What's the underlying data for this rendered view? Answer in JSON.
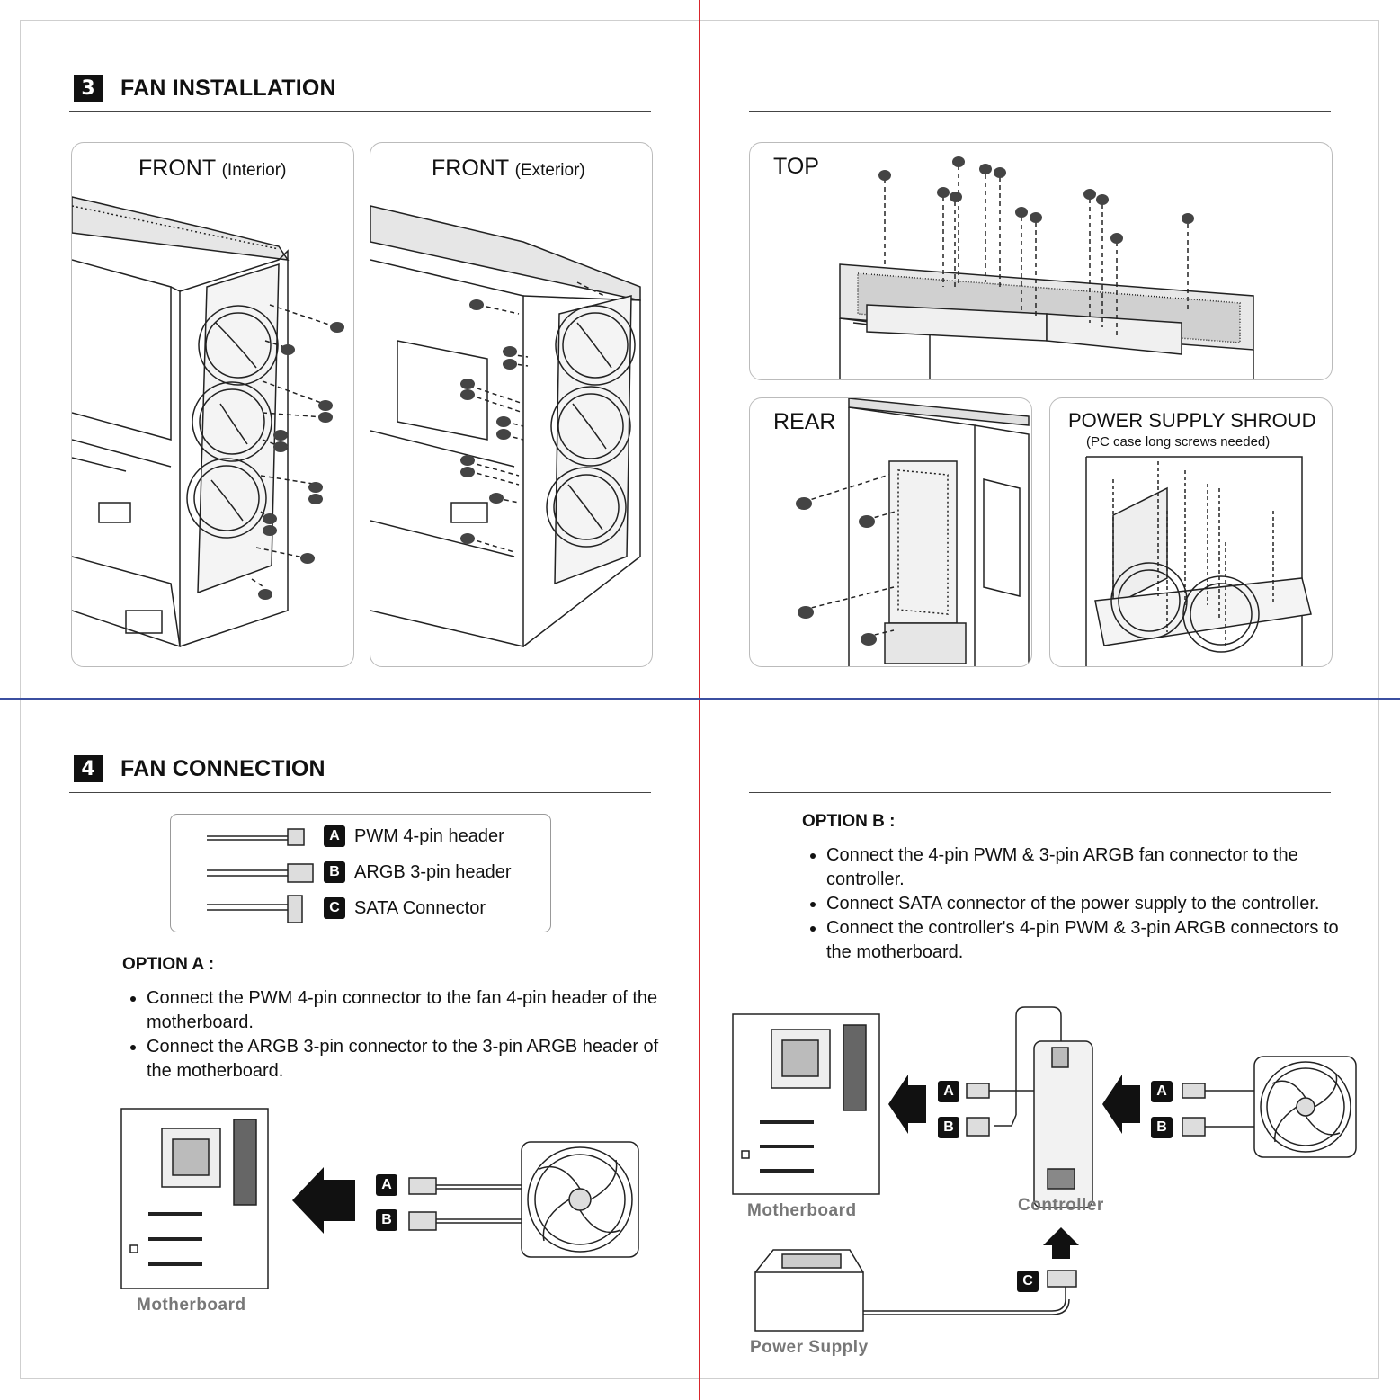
{
  "section3": {
    "number": "3",
    "title": "FAN INSTALLATION"
  },
  "section4": {
    "number": "4",
    "title": "FAN CONNECTION"
  },
  "panels": {
    "front_interior": {
      "title": "FRONT",
      "subtitle": "(Interior)"
    },
    "front_exterior": {
      "title": "FRONT",
      "subtitle": "(Exterior)"
    },
    "top": {
      "title": "TOP"
    },
    "rear": {
      "title": "REAR"
    },
    "psu_shroud": {
      "title": "POWER SUPPLY SHROUD",
      "note": "(PC case long screws needed)"
    }
  },
  "legend": [
    {
      "badge": "A",
      "label": "PWM 4-pin header"
    },
    {
      "badge": "B",
      "label": "ARGB 3-pin header"
    },
    {
      "badge": "C",
      "label": "SATA Connector"
    }
  ],
  "option_a": {
    "title": "OPTION A :",
    "bullets": [
      "Connect the PWM 4-pin connector to the fan 4-pin header of the motherboard.",
      "Connect the ARGB 3-pin connector to the 3-pin ARGB header of the motherboard."
    ]
  },
  "option_b": {
    "title": "OPTION B :",
    "bullets": [
      "Connect the 4-pin PWM & 3-pin ARGB fan connector to the controller.",
      "Connect SATA connector of the power supply to the controller.",
      "Connect the controller's 4-pin PWM & 3-pin ARGB connectors to the motherboard."
    ]
  },
  "diagram_labels": {
    "motherboard": "Motherboard",
    "controller": "Controller",
    "power_supply": "Power Supply"
  },
  "badges": {
    "a": "A",
    "b": "B",
    "c": "C"
  }
}
